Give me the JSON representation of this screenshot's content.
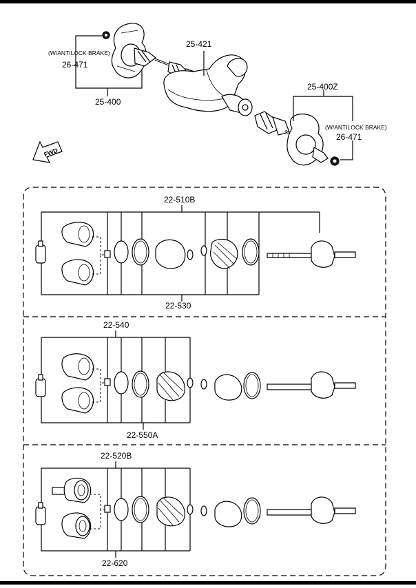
{
  "callouts": {
    "c_25_421": "25-421",
    "c_25_400": "25-400",
    "c_26_471_top": "26-471",
    "c_antilock_top": "(W/ANTILOCK BRAKE)",
    "c_25_400z": "25-400Z",
    "c_26_471_right": "26-471",
    "c_antilock_right": "(W/ANTILOCK BRAKE)",
    "c_fwd": "FWD"
  },
  "panels": [
    {
      "top_label": "22-510B",
      "bottom_label": "22-530"
    },
    {
      "top_label": "22-540",
      "bottom_label": "22-550A"
    },
    {
      "top_label": "22-520B",
      "bottom_label": "22-620"
    }
  ]
}
